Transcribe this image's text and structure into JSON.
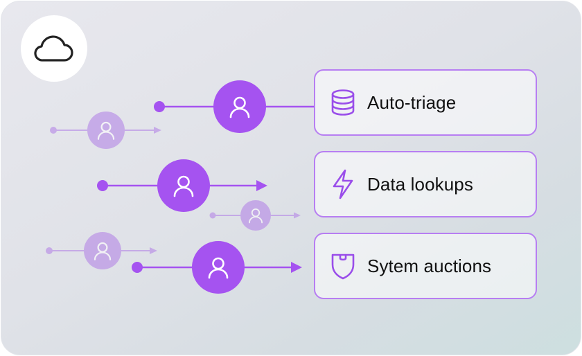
{
  "header": {
    "icon": "cloud-icon"
  },
  "items": [
    {
      "label": "Auto-triage",
      "icon": "database-icon"
    },
    {
      "label": "Data lookups",
      "icon": "lightning-icon"
    },
    {
      "label": "Sytem auctions",
      "icon": "shield-icon"
    }
  ],
  "colors": {
    "accent": "#a553f0",
    "accent_faded": "#c293ec",
    "card_border": "#b77ef2",
    "icon_stroke": "#9a4eea"
  }
}
